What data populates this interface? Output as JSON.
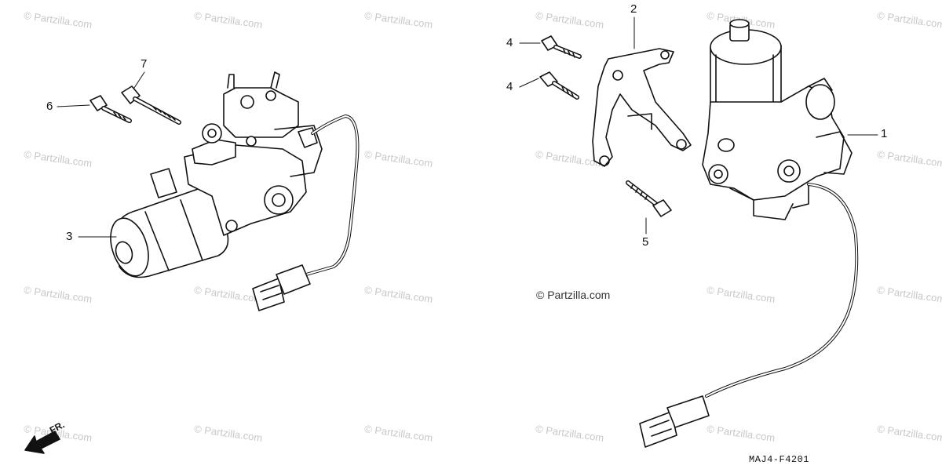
{
  "watermark": "© Partzilla.com",
  "center_watermark": "© Partzilla.com",
  "figure_code": "MAJ4-F4201",
  "direction_label": "FR.",
  "callouts": {
    "c1": "1",
    "c2": "2",
    "c3": "3",
    "c4a": "4",
    "c4b": "4",
    "c5": "5",
    "c6": "6",
    "c7": "7"
  },
  "colors": {
    "line": "#111111",
    "watermark": "#c8c8c8"
  }
}
